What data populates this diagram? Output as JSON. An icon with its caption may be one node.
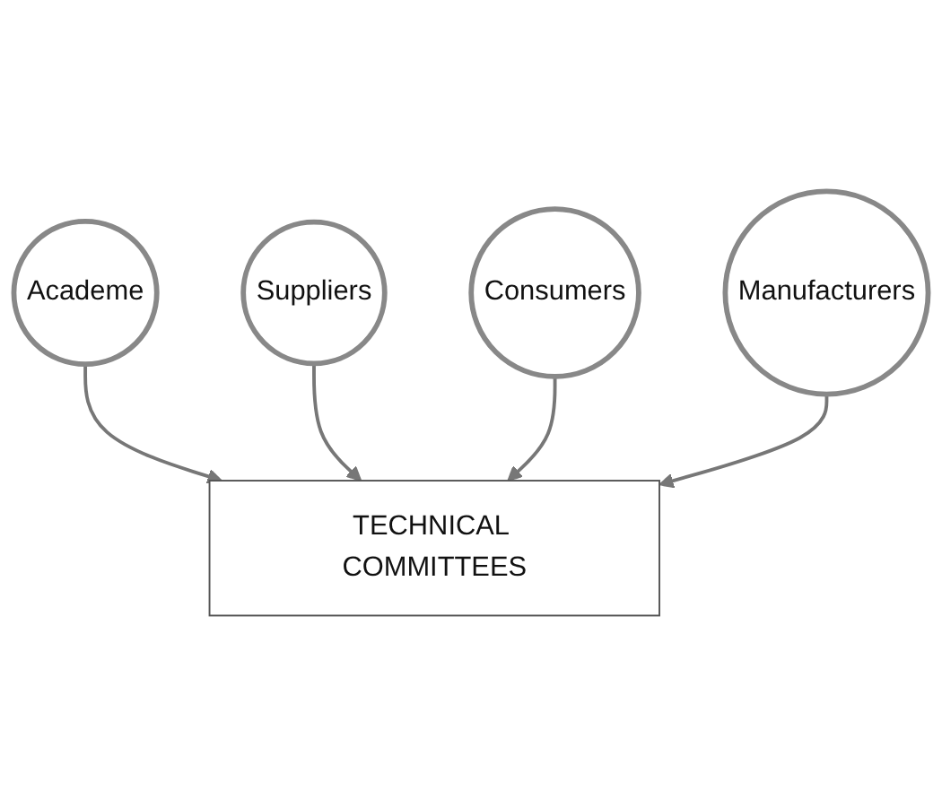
{
  "diagram": {
    "nodes": [
      {
        "text": [
          "Academe"
        ]
      },
      {
        "text": [
          "Suppliers"
        ]
      },
      {
        "text": [
          "TECHNICAL COMMITTEES"
        ]
      },
      {
        "text": [
          "Consumers"
        ]
      },
      {
        "text": [
          "Manufacturers"
        ]
      }
    ],
    "edges": [
      {
        "from": 0,
        "to": 2,
        "arrow": "to"
      },
      {
        "from": 1,
        "to": 2,
        "arrow": "to"
      },
      {
        "from": 3,
        "to": 2,
        "arrow": "to"
      },
      {
        "from": 4,
        "to": 2,
        "arrow": "to"
      }
    ]
  }
}
